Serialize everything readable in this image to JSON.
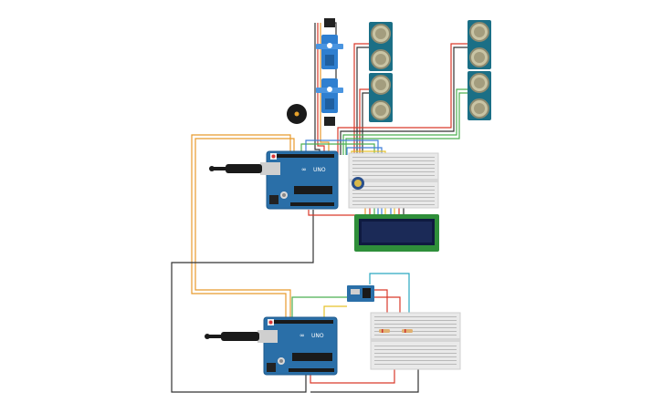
{
  "circuit": {
    "arduino_top": {
      "brand": "UNO",
      "logo": "∞"
    },
    "arduino_bottom": {
      "brand": "UNO",
      "logo": "∞"
    },
    "components": [
      "arduino-uno",
      "arduino-uno",
      "servo-motor",
      "servo-motor",
      "piezo-buzzer",
      "ultrasonic-sensor",
      "ultrasonic-sensor",
      "ultrasonic-sensor",
      "ultrasonic-sensor",
      "potentiometer",
      "lcd-16x2",
      "breadboard",
      "breadboard",
      "rtc-module",
      "resistor",
      "resistor",
      "usb-plug",
      "usb-plug"
    ],
    "colors": {
      "arduino": "#2a6fa8",
      "lcd_frame": "#2f8f3a",
      "lcd_screen": "#1b2a57",
      "sensor_board": "#1b6f86",
      "servo_body": "#2f7fd0",
      "wire_red": "#d93a2b",
      "wire_black": "#333333",
      "wire_orange": "#e89a2c",
      "wire_green": "#4caf50",
      "wire_blue": "#3f7fd8",
      "wire_yellow": "#e6c22b",
      "wire_teal": "#2aa7c0"
    }
  }
}
